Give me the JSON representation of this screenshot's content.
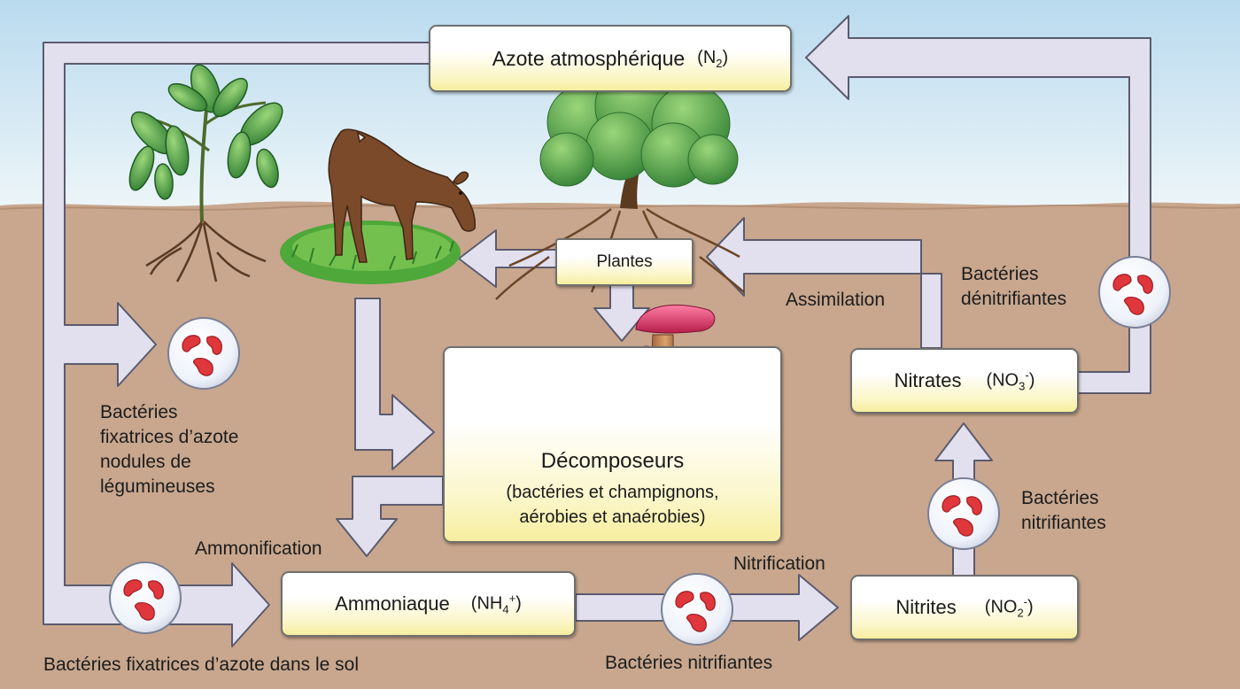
{
  "colors": {
    "sky_top": "#bcdcf0",
    "sky_bottom": "#e9f3f8",
    "soil": "#c9a88f",
    "arrow_fill": "#e2e0ee",
    "arrow_stroke": "#5a5a6a",
    "box_fill": "#fbf6c9",
    "bacteria": "#d83a3f"
  },
  "boxes": {
    "atmosphere": {
      "title": "Azote atmosphérique",
      "formula": "N",
      "formula_sub": "2"
    },
    "plantes": {
      "title": "Plantes"
    },
    "decomposeurs": {
      "title": "Décomposeurs",
      "line1": "(bactéries et champignons,",
      "line2": "aérobies et anaérobies)"
    },
    "nitrates": {
      "title": "Nitrates",
      "formula": "NO",
      "formula_sub": "3",
      "formula_sup": "-"
    },
    "ammoniaque": {
      "title": "Ammoniaque",
      "formula": "NH",
      "formula_sub": "4",
      "formula_sup": "+"
    },
    "nitrites": {
      "title": "Nitrites",
      "formula": "NO",
      "formula_sub": "2",
      "formula_sup": "-"
    }
  },
  "labels": {
    "bacteries_fixatrices": [
      "Bactéries",
      "fixatrices d’azote",
      "nodules de",
      "légumineuses"
    ],
    "bacteries_denitrifiantes": [
      "Bactéries",
      "dénitrifiantes"
    ],
    "assimilation": "Assimilation",
    "ammonification": "Ammonification",
    "nitrification": "Nitrification",
    "bacteries_nitrifiantes_right": [
      "Bactéries",
      "nitrifiantes"
    ],
    "bacteries_fixatrices_sol": "Bactéries fixatrices d’azote dans le sol",
    "bacteries_nitrifiantes_bottom": "Bactéries nitrifiantes"
  },
  "icons": [
    "legume-plant-icon",
    "deer-icon",
    "tree-icon",
    "mushroom-icon",
    "bacteria-icon"
  ]
}
